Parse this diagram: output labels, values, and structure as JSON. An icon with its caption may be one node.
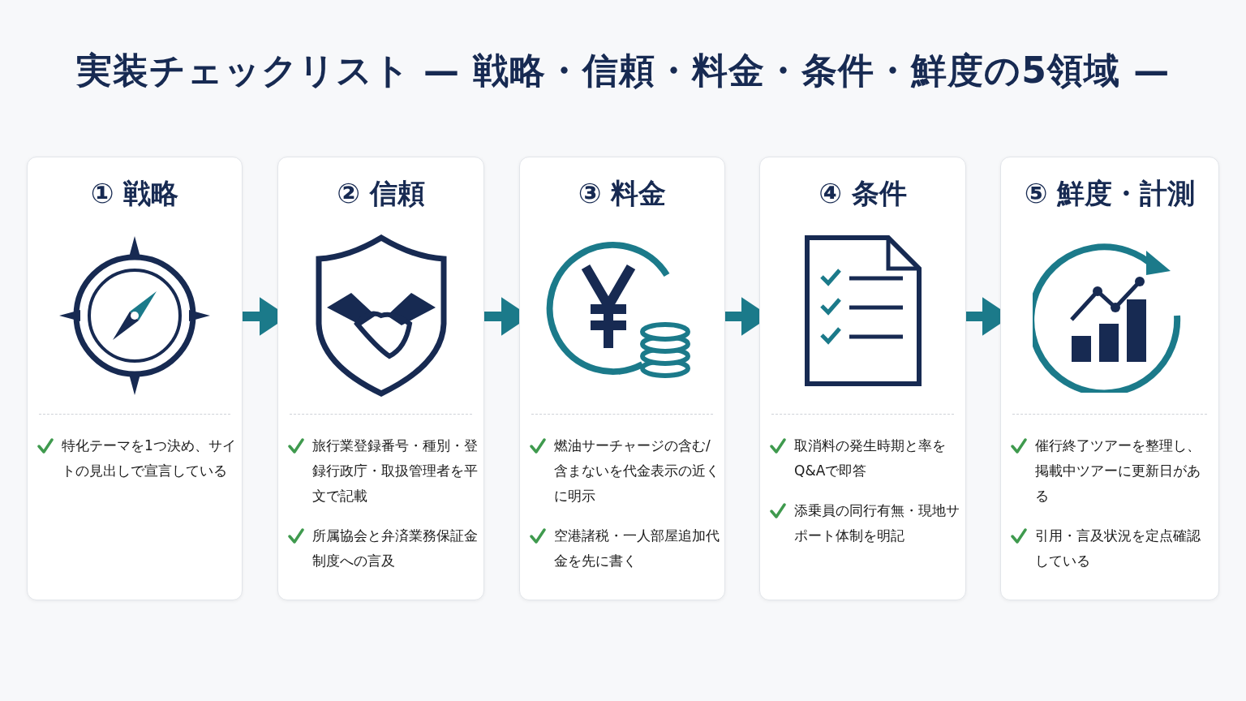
{
  "diagram": {
    "title": "実装チェックリスト — 戦略・信頼・料金・条件・鮮度の5領域 —",
    "nodes": [
      {
        "text": [
          "① 戦略",
          "特化テーマを1つ決め、サイトの見出しで宣言している"
        ]
      },
      {
        "text": [
          "② 信頼",
          "旅行業登録番号・種別・登録行政庁・取扱管理者を平文で記載",
          "所属協会と弁済業務保証金制度への言及"
        ]
      },
      {
        "text": [
          "③ 料金",
          "燃油サーチャージの含む/含まないを代金表示の近くに明示",
          "空港諸税・一人部屋追加代金を先に書く"
        ]
      },
      {
        "text": [
          "④ 条件",
          "取消料の発生時期と率をQ&Aで即答",
          "添乗員の同行有無・現地サポート体制を明記"
        ]
      },
      {
        "text": [
          "⑤ 鮮度・計測",
          "催行終了ツアーを整理し、掲載中ツアーに更新日がある",
          "引用・言及状況を定点確認している"
        ]
      }
    ],
    "edges": [
      {
        "from": 0,
        "to": 1,
        "arrow": "to"
      },
      {
        "from": 1,
        "to": 2,
        "arrow": "to"
      },
      {
        "from": 2,
        "to": 3,
        "arrow": "to"
      },
      {
        "from": 3,
        "to": 4,
        "arrow": "to"
      }
    ]
  }
}
